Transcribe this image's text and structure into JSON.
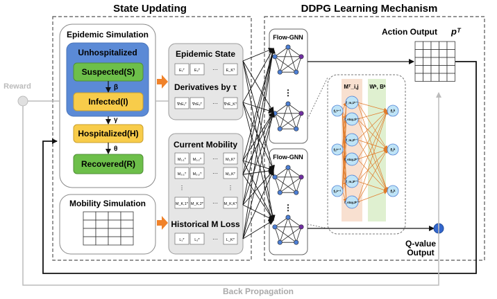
{
  "headers": {
    "state_updating": "State Updating",
    "ddpg": "DDPG Learning Mechanism"
  },
  "epidemic_sim": {
    "title": "Epidemic Simulation",
    "unhospitalized": "Unhospitalized",
    "suspected": "Suspected(S)",
    "infected": "Infected(I)",
    "hospitalized": "Hospitalized(H)",
    "recovered": "Recovered(R)",
    "beta": "β",
    "gamma": "γ",
    "theta": "θ"
  },
  "mobility_sim": {
    "title": "Mobility Simulation"
  },
  "reward": "Reward",
  "epidemic_state": {
    "title": "Epidemic State",
    "cells": [
      "E₁ᵀ",
      "E₂ᵀ",
      "···",
      "E_Kᵀ"
    ]
  },
  "derivatives": {
    "title": "Derivatives by τ",
    "cells": [
      "∇τE₁ᵀ",
      "∇τE₂ᵀ",
      "···",
      "∇τE_Kᵀ"
    ]
  },
  "current_mobility": {
    "title": "Current Mobility",
    "rows": [
      [
        "M₁,₁ᵀ",
        "M₁,₂ᵀ",
        "···",
        "M₁,Kᵀ"
      ],
      [
        "M₂,₁ᵀ",
        "M₂,₂ᵀ",
        "···",
        "M₂,Kᵀ"
      ],
      [
        "⋮",
        "",
        "",
        "⋮"
      ],
      [
        "M_K,1ᵀ",
        "M_K,2ᵀ",
        "···",
        "M_K,Kᵀ"
      ]
    ]
  },
  "historical": {
    "title": "Historical M Loss",
    "cells": [
      "L₁ᵀ",
      "L₂ᵀ",
      "···",
      "L_Kᵀ"
    ]
  },
  "flow_gnn": {
    "label": "Flow-GNN",
    "dots": "⋮"
  },
  "detail": {
    "m_label": "Mᵀ_i,j",
    "w_label": "Wᵏ, Bᵏ",
    "left": [
      "f₁ᵏ⁻¹",
      "f₂ᵏ⁻¹",
      "f₃ᵏ⁻¹"
    ],
    "mid": [
      "f_m,1ᵏ⁻¹",
      "f_stay,1ᵏ⁻¹",
      "f_m,2ᵏ⁻¹",
      "f_stay,2ᵏ⁻¹",
      "f_m,3ᵏ⁻¹",
      "f_stay,3ᵏ⁻¹"
    ],
    "right": [
      "f₁ᵏ",
      "f₂ᵏ",
      "f₃ᵏ"
    ]
  },
  "action_output": {
    "label": "Action Output",
    "symbol": "pᵀ"
  },
  "q_value": {
    "line1": "Q-value",
    "line2": "Output"
  },
  "back_propagation": "Back Propagation",
  "colors": {
    "blue_panel": "#5b8ad6",
    "green": "#6dbf4a",
    "yellow": "#f8cc4a",
    "orange_arrow": "#f0822a",
    "node_blue": "#4d7fd4",
    "node_purple": "#7030a0",
    "cyan_node": "#bfe4f7",
    "gray_box": "#e6e6e6",
    "q_circle": "#3366cc"
  }
}
